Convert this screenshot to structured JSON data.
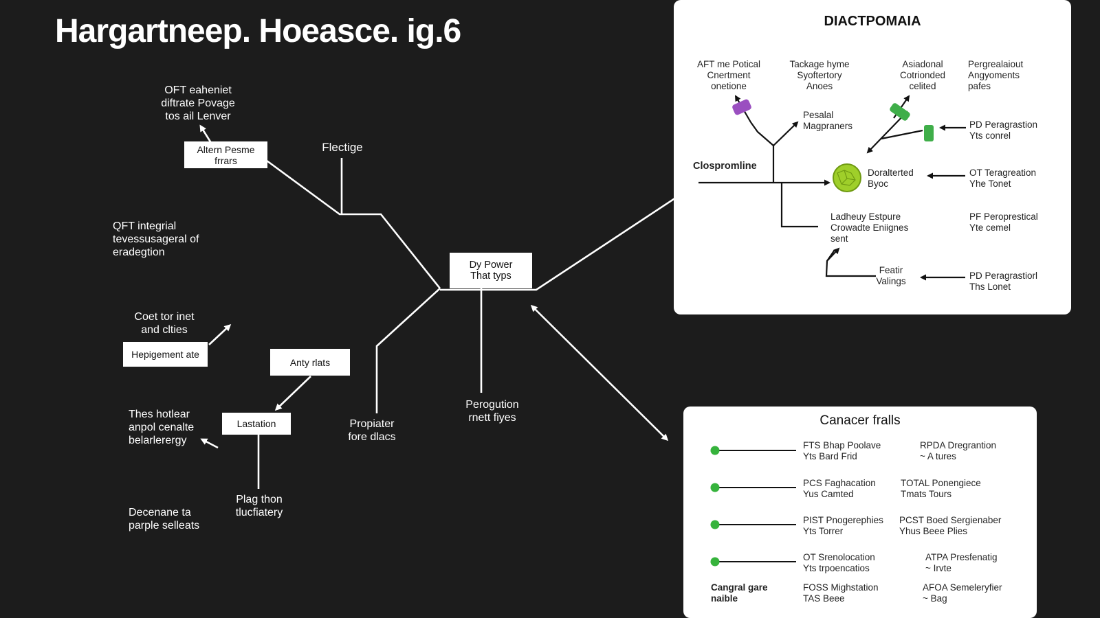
{
  "title": "Hargartneep. Hoeasce. ig.6",
  "center_box": "Dy Power\nThat typs",
  "left_boxes": {
    "alter": "Altern Pesme\nfrrars",
    "hepig": "Hepigement ate",
    "anty": "Anty rlats",
    "lastation": "Lastation"
  },
  "left_labels": {
    "oft_top": "OFT eaheniet\ndiftrate Povage\ntos ail Lenver",
    "flectige": "Flectige",
    "oft_integ": "QFT integrial\ntevessusageral of\neradegtion",
    "coet": "Coet tor inet\nand clties",
    "thes": "Thes hotlear\nanpol cenalte\nbelarlerergy",
    "decen": "Decenane ta\nparple selleats",
    "plag": "Plag thon\ntlucfiatery",
    "proplater": "Propiater\nfore dlacs",
    "perogution": "Perogution\nrnett fiyes"
  },
  "diagram": {
    "title": "DIACTPOMAIA",
    "labels": {
      "aft": "AFT me Potical\nCnertment\nonetione",
      "tackage": "Tackage hyme\nSyoftertory\nAnoes",
      "asiadonal": "Asiadonal\nCotrionded\ncelited",
      "perg": "Pergrealaiout\nAngyoments\npafes",
      "pesalal": "Pesalal\nMagpraners",
      "pd1": "PD Peragrastion\nYts conrel",
      "clos": "Clospromline",
      "doral": "Doralterted\nByoc",
      "ot": "OT Teragreation\nYhe Tonet",
      "lad": "Ladheuy Estpure\nCrowadte Eniignes\nsent",
      "pf": "PF Peroprestical\nYte cemel",
      "feat": "Featir\nValings",
      "pd2": "PD Peragrastiorl\nThs Lonet"
    }
  },
  "legend": {
    "title": "Canacer fralls",
    "rows": [
      {
        "mid": "FTS Bhap Poolave\nYts Bard Frid",
        "right": "RPDA Dregrantion\n~ A tures"
      },
      {
        "mid": "PCS Faghacation\nYus Camted",
        "right": "TOTAL Ponengiece\nTmats Tours"
      },
      {
        "mid": "PIST Pnogerephies\nYts Torrer",
        "right": "PCST Boed Sergienaber\nYhus Beee Plies"
      },
      {
        "mid": "OT Srenolocation\nYts trpoencatios",
        "right": "ATPA Presfenatig\n~ Irvte"
      }
    ],
    "footer_left": "Cangral gare\nnaible",
    "footer_mid": "FOSS Mighstation\nTAS Beee",
    "footer_right": "AFOA Semeleryfier\n~ Bag"
  },
  "colors": {
    "background": "#1c1c1c",
    "line": "#ffffff",
    "purple": "#9a4fc0",
    "green": "#3fae49",
    "lime": "#9fcf2a",
    "legend_dot": "#36b33c"
  }
}
